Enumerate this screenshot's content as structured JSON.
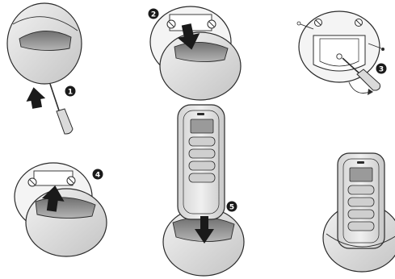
{
  "steps": [
    {
      "number": "1"
    },
    {
      "number": "2"
    },
    {
      "number": "3"
    },
    {
      "number": "4"
    },
    {
      "number": "5"
    }
  ],
  "colors": {
    "outline": "#2b2b2b",
    "disc": "#d9d9d9",
    "disc_shade": "#bdbdbd",
    "recess": "#8a8a8a",
    "arrow": "#1a1a1a",
    "badge": "#1a1a1a",
    "remote_body": "#e6e6e6",
    "remote_display": "#9a9a9a",
    "remote_button": "#cfcfcf"
  },
  "icons": [
    "screwdriver-icon",
    "arrow-up-icon",
    "arrow-down-icon",
    "rotate-arrow-icon",
    "screw-icon"
  ]
}
